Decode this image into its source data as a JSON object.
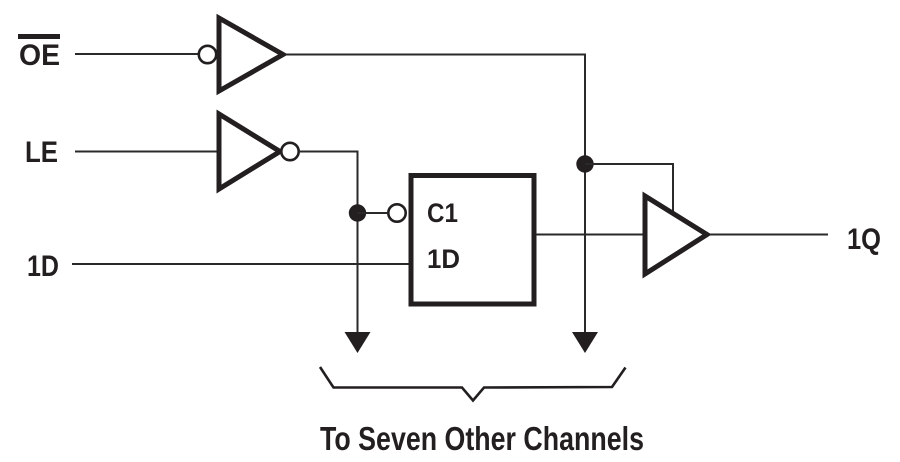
{
  "labels": {
    "oe": "OE",
    "oe_active_low": true,
    "le": "LE",
    "data_in": "1D",
    "q_out": "1Q"
  },
  "latch": {
    "clock_input": "C1",
    "data_input": "1D"
  },
  "caption": "To Seven Other Channels",
  "colors": {
    "ink": "#231f20",
    "wire": "#2b2a2b",
    "background": "#ffffff"
  }
}
